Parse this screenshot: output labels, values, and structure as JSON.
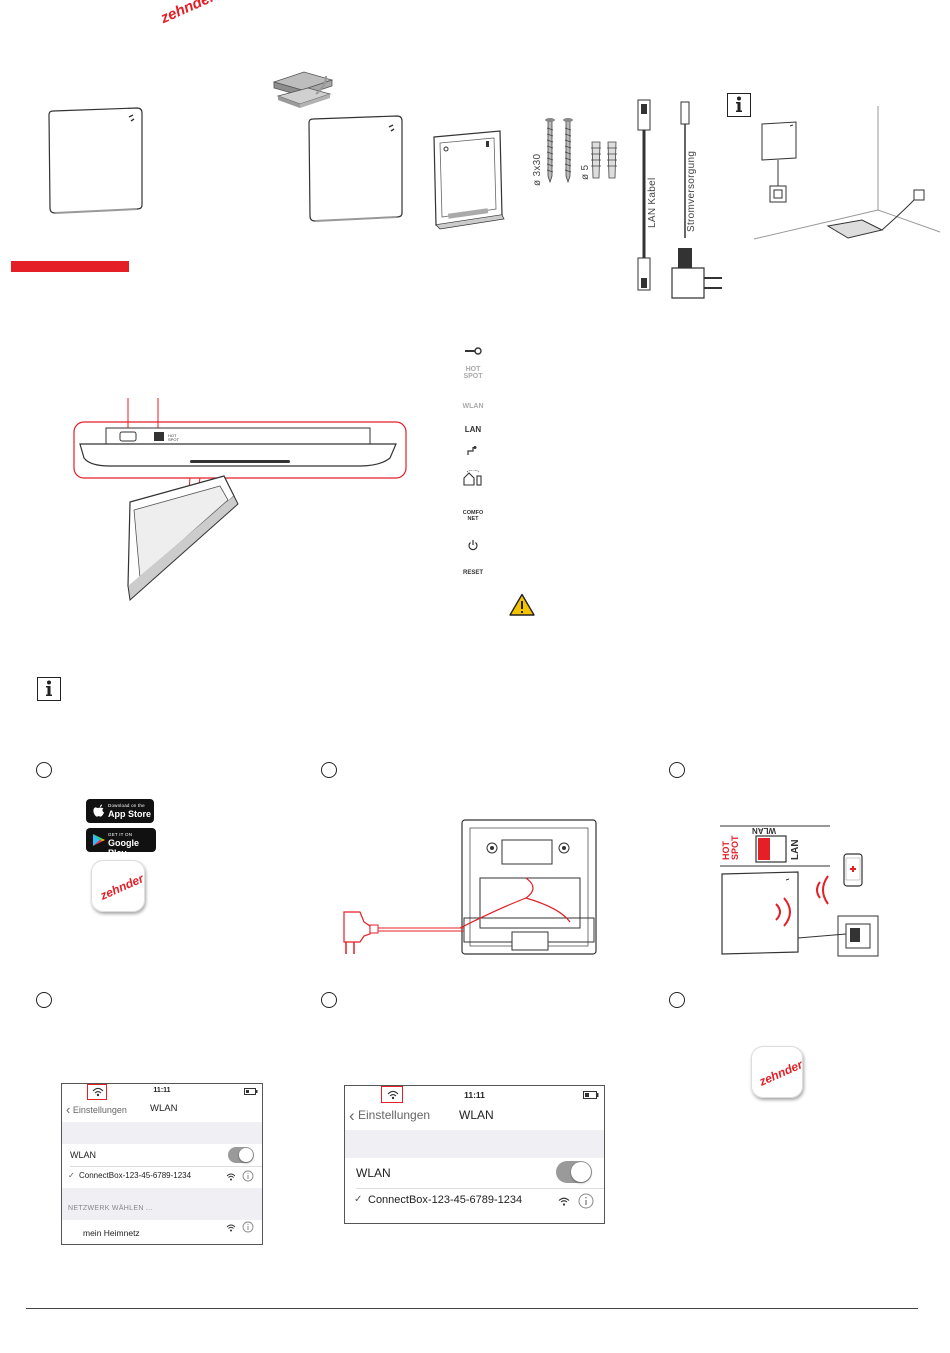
{
  "brand": {
    "name": "zehnder",
    "accent": "#e41f26"
  },
  "contents": {
    "screws_label": "ø 3x30",
    "dowels_label": "ø 5",
    "lan_cable_label": "LAN Kabel",
    "power_supply_label": "Stromversorgung"
  },
  "legend": {
    "items": [
      "HOT SPOT",
      "WLAN",
      "LAN",
      "COMFO NET",
      "RESET"
    ],
    "icons": [
      "key-icon",
      "service-port-icon",
      "home-device-icon",
      "power-icon",
      "warning-icon"
    ]
  },
  "slider": {
    "hot_spot": "HOT SPOT",
    "lan": "LAN",
    "wlan": "WLAN"
  },
  "app_store": {
    "small": "Download on the",
    "big": "App Store"
  },
  "google_play": {
    "small": "GET IT ON",
    "big": "Google Play"
  },
  "phone1": {
    "time": "11:11",
    "back": "Einstellungen",
    "title": "WLAN",
    "wlan_label": "WLAN",
    "network_connected": "ConnectBox-123-45-6789-1234",
    "section_header": "NETZWERK WÄHLEN ...",
    "network_other": "mein Heimnetz"
  },
  "phone2": {
    "time": "11:11",
    "back": "Einstellungen",
    "title": "WLAN",
    "wlan_label": "WLAN",
    "network_connected": "ConnectBox-123-45-6789-1234"
  }
}
